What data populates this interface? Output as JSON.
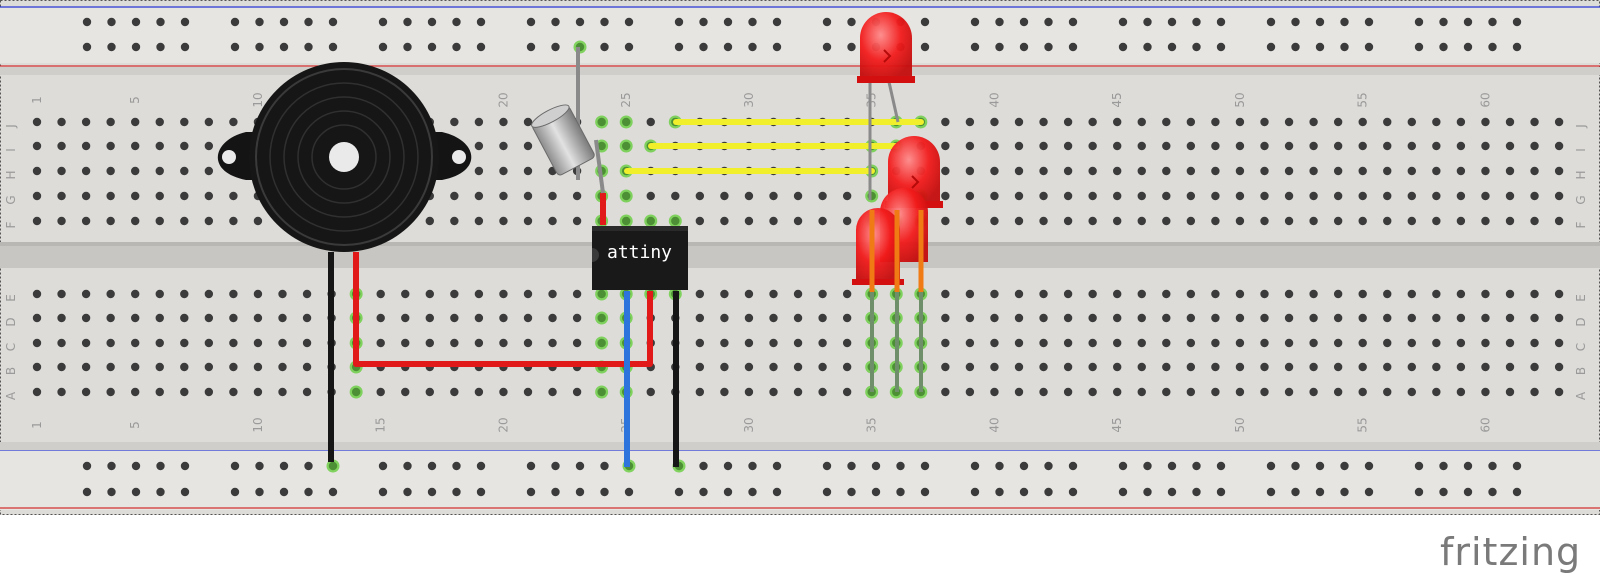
{
  "board": {
    "columns": 63,
    "top_row_letters": [
      "J",
      "I",
      "H",
      "G",
      "F"
    ],
    "bottom_row_letters": [
      "E",
      "D",
      "C",
      "B",
      "A"
    ],
    "column_labels": [
      "1",
      "5",
      "10",
      "15",
      "20",
      "25",
      "30",
      "35",
      "40",
      "45",
      "50",
      "55",
      "60"
    ]
  },
  "chip": {
    "label": "attiny"
  },
  "branding": {
    "logo": "fritzing"
  },
  "colors": {
    "board": "#dddcd9",
    "hole": "#3b3b3b",
    "connected_hole": "#6fcf46",
    "red_wire": "#e11919",
    "black_wire": "#161616",
    "blue_wire": "#2e74dd",
    "yellow_wire": "#f1ef2b",
    "led": "#f21b1b",
    "rail_blue_line": "#2d3bd6",
    "rail_red_line": "#d43030",
    "label_text": "#9a9a9a"
  },
  "components": [
    {
      "name": "piezo-buzzer"
    },
    {
      "name": "attiny-chip"
    },
    {
      "name": "tilt-sensor"
    },
    {
      "name": "led-1"
    },
    {
      "name": "led-2"
    },
    {
      "name": "led-3"
    },
    {
      "name": "led-4"
    }
  ],
  "wires": [
    {
      "name": "wire-yellow-1",
      "color": "yellow"
    },
    {
      "name": "wire-yellow-2",
      "color": "yellow"
    },
    {
      "name": "wire-yellow-3",
      "color": "yellow"
    },
    {
      "name": "wire-red-buzzer",
      "color": "red"
    },
    {
      "name": "wire-red-chip",
      "color": "red"
    },
    {
      "name": "wire-red-tilt",
      "color": "red"
    },
    {
      "name": "wire-black-buzzer",
      "color": "black"
    },
    {
      "name": "wire-black-chip",
      "color": "black"
    },
    {
      "name": "wire-blue-chip",
      "color": "blue"
    }
  ]
}
